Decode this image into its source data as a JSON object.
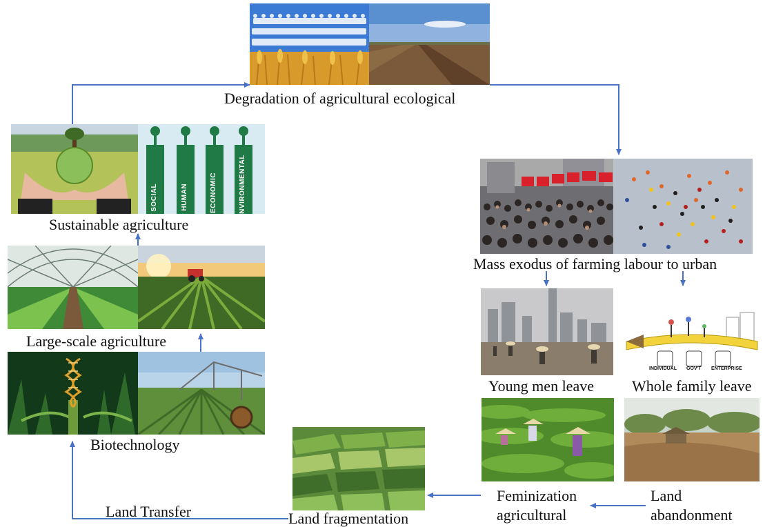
{
  "nodes": {
    "degradation": "Degradation of agricultural ecological",
    "exodus": "Mass exodus of farming labour to urban",
    "young_men": "Young men leave",
    "whole_family": "Whole family leave",
    "feminization_line1": "Feminization",
    "feminization_line2": "agricultural",
    "abandonment_line1": "Land",
    "abandonment_line2": "abandonment",
    "fragmentation": "Land fragmentation",
    "transfer": "Land Transfer",
    "biotech": "Biotechnology",
    "large_scale": "Large-scale agriculture",
    "sustainable": "Sustainable agriculture"
  },
  "pillars": [
    "SOCIAL",
    "HUMAN",
    "ECONOMIC",
    "ENVIRONMENTAL"
  ],
  "signs": [
    "INDIVIDUAL",
    "GOV'T",
    "ENTERPRISE"
  ],
  "colors": {
    "arrow": "#4a72c4",
    "pillar": "#1f7a45",
    "crop": "#4f8a2b"
  }
}
